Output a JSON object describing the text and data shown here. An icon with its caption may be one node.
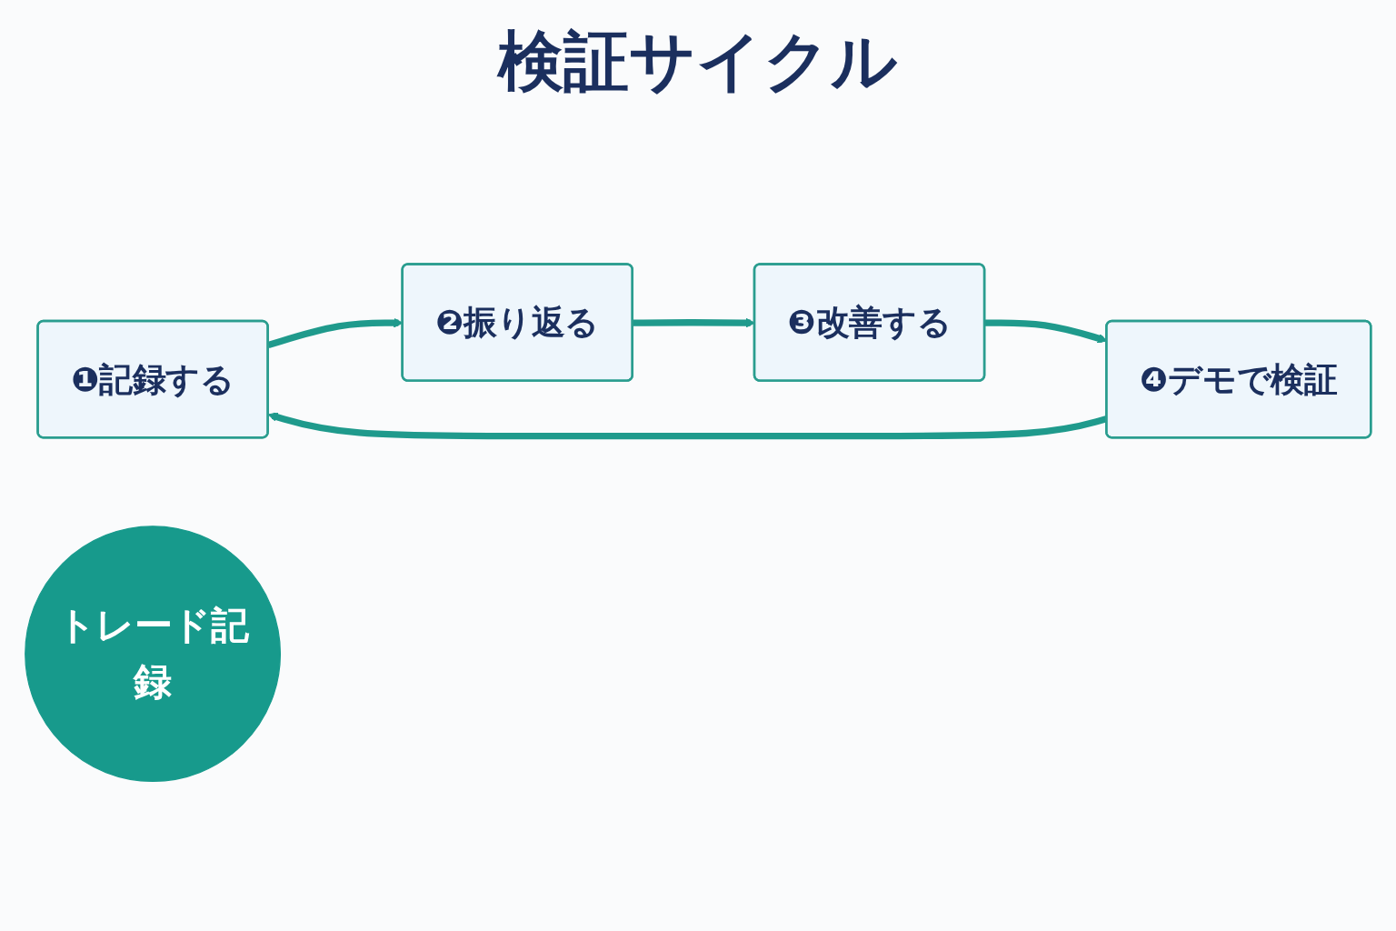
{
  "diagram": {
    "title": "検証サイクル",
    "nodes": [
      {
        "text": [
          "❶記録する"
        ]
      },
      {
        "text": [
          "❷振り返る"
        ]
      },
      {
        "text": [
          "❸改善する"
        ]
      },
      {
        "text": [
          "❹デモで検証"
        ]
      },
      {
        "text": [
          "トレード記録"
        ]
      }
    ],
    "edges": [
      {
        "from": 0,
        "to": 1,
        "arrow": "to"
      },
      {
        "from": 1,
        "to": 2,
        "arrow": "to"
      },
      {
        "from": 2,
        "to": 3,
        "arrow": "to"
      },
      {
        "from": 3,
        "to": 0,
        "arrow": "to"
      }
    ]
  }
}
